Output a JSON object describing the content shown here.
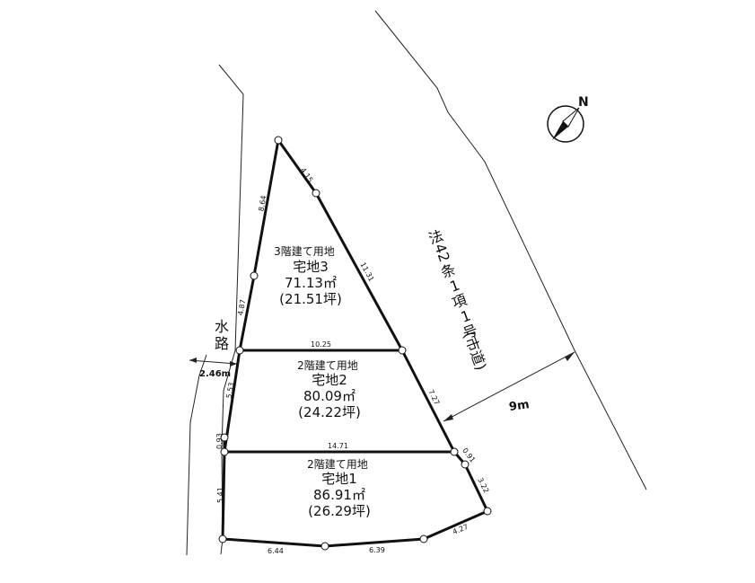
{
  "compass": {
    "north_label": "N"
  },
  "waterway": {
    "label_1": "水",
    "label_2": "路",
    "width": "2.46m"
  },
  "road": {
    "label_chars": [
      "法",
      "42",
      "条",
      "1",
      "項",
      "1",
      "号",
      "(市道)"
    ],
    "width": "9m"
  },
  "lots": {
    "lot3": {
      "note": "3階建て用地",
      "name": "宅地3",
      "area_m2": "71.13㎡",
      "area_tsubo": "(21.51坪)"
    },
    "lot2": {
      "note": "2階建て用地",
      "name": "宅地2",
      "area_m2": "80.09㎡",
      "area_tsubo": "(24.22坪)"
    },
    "lot1": {
      "note": "2階建て用地",
      "name": "宅地1",
      "area_m2": "86.91㎡",
      "area_tsubo": "(26.29坪)"
    }
  },
  "dimensions": {
    "d_4_15": "4.15",
    "d_8_64": "8.64",
    "d_11_31": "11.31",
    "d_4_87": "4.87",
    "d_10_25": "10.25",
    "d_5_53": "5.53",
    "d_7_27": "7.27",
    "d_0_93": "0.93",
    "d_14_71": "14.71",
    "d_0_91": "0.91",
    "d_3_22": "3.22",
    "d_5_41": "5.41",
    "d_4_27": "4.27",
    "d_6_44": "6.44",
    "d_6_39": "6.39"
  }
}
